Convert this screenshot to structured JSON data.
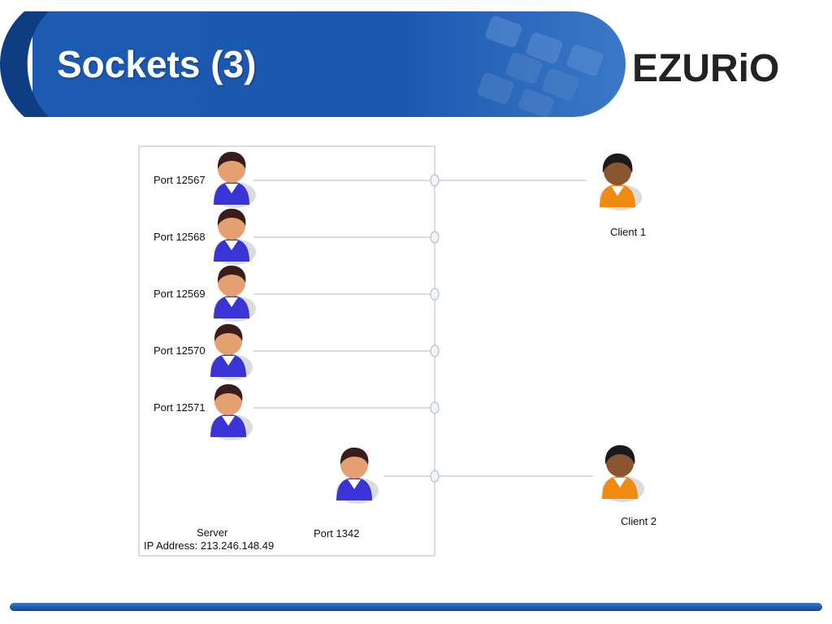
{
  "slide": {
    "title": "Sockets (3)",
    "logo_text": "EZURiO"
  },
  "server": {
    "label": "Server",
    "ip_label": "IP Address: 213.246.148.49",
    "ports": [
      {
        "label": "Port 12567"
      },
      {
        "label": "Port 12568"
      },
      {
        "label": "Port 12569"
      },
      {
        "label": "Port 12570"
      },
      {
        "label": "Port 12571"
      }
    ],
    "listen_port_label": "Port 1342"
  },
  "clients": [
    {
      "label": "Client 1"
    },
    {
      "label": "Client 2"
    }
  ],
  "colors": {
    "banner_blue": "#1452a6",
    "banner_dark": "#0e3d84",
    "server_person": "#3a34d6",
    "client_person": "#f08a10",
    "line_gray": "#b8b8b8",
    "footer_blue": "#1657b0"
  }
}
